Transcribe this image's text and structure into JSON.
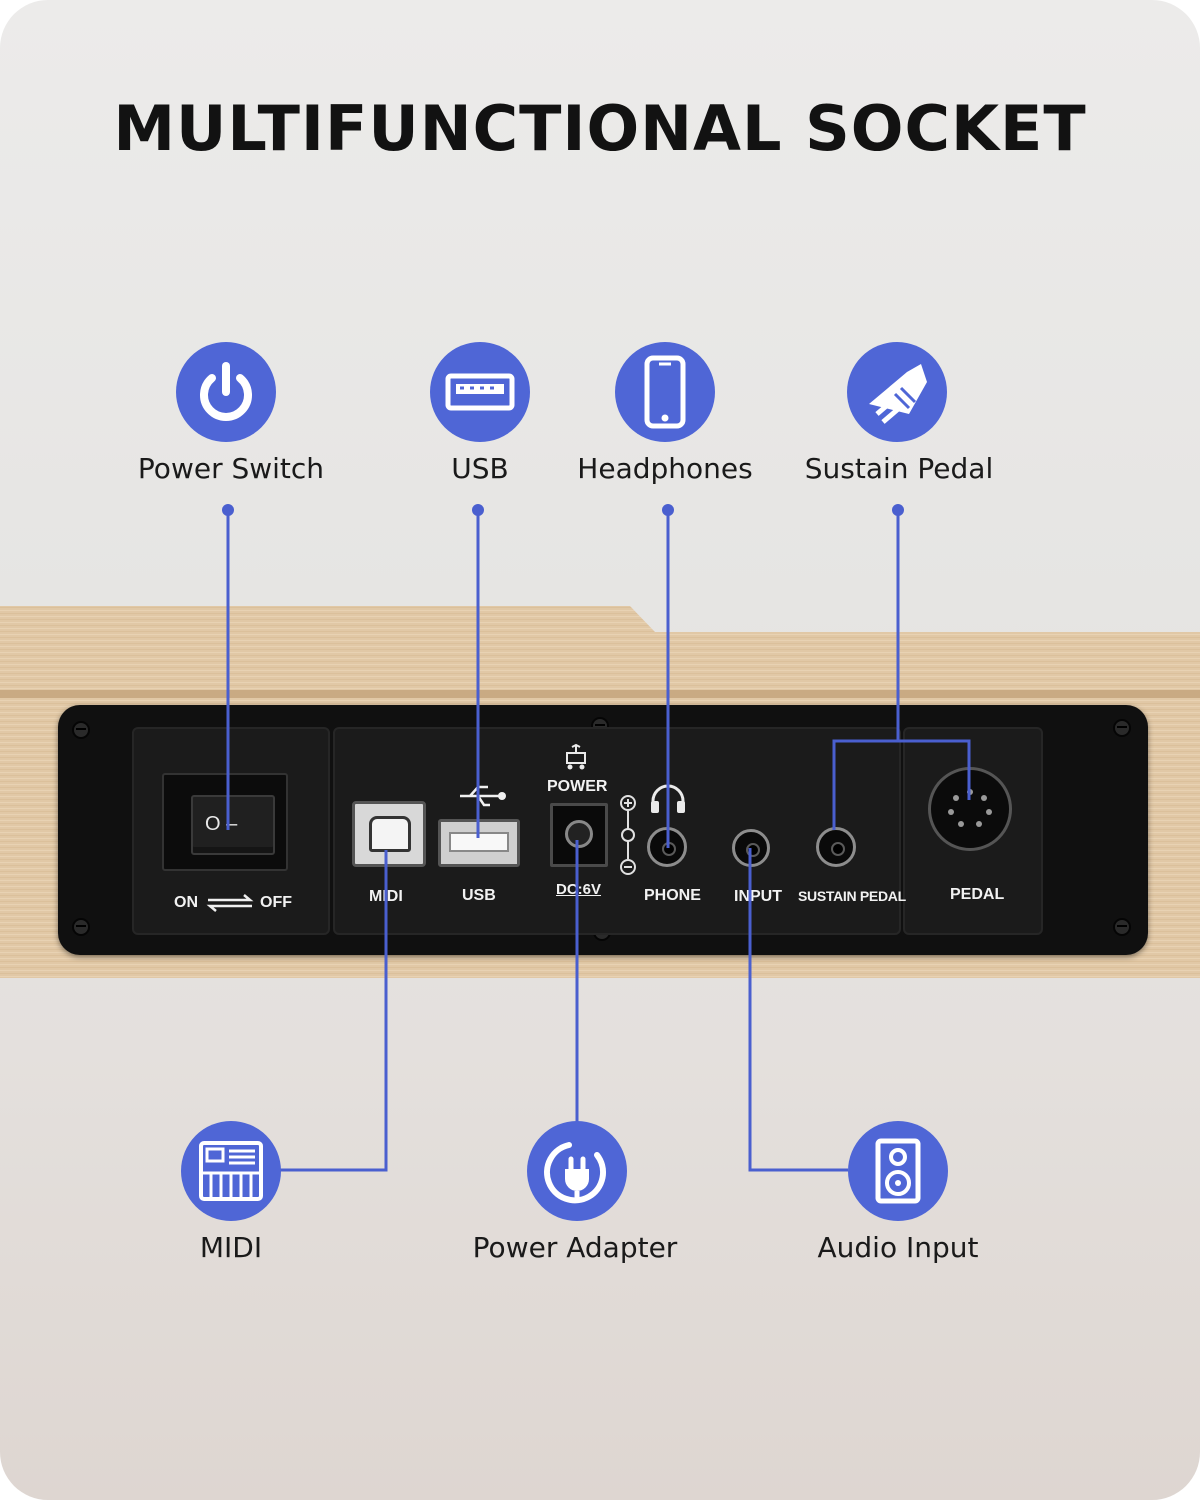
{
  "title": "MULTIFUNCTIONAL SOCKET",
  "features_top": [
    {
      "label": "Power Switch",
      "icon": "power-icon"
    },
    {
      "label": "USB",
      "icon": "usb-icon"
    },
    {
      "label": "Headphones",
      "icon": "smartphone-icon"
    },
    {
      "label": "Sustain Pedal",
      "icon": "pedal-icon"
    }
  ],
  "features_bottom": [
    {
      "label": "MIDI",
      "icon": "midi-keyboard-icon"
    },
    {
      "label": "Power Adapter",
      "icon": "plug-icon"
    },
    {
      "label": "Audio Input",
      "icon": "speaker-icon"
    }
  ],
  "panel": {
    "switch_on": "ON",
    "switch_off": "OFF",
    "switch_symbols": "O –",
    "midi": "MIDI",
    "usb": "USB",
    "power": "POWER",
    "dc": "DC:6V",
    "phone": "PHONE",
    "input": "INPUT",
    "sustain_pedal": "SUSTAIN PEDAL",
    "pedal": "PEDAL"
  },
  "colors": {
    "accent": "#4f66d6",
    "leader_line": "#4a5fcf",
    "panel": "#101010",
    "wood": "#e2c9a7",
    "title": "#121212"
  }
}
